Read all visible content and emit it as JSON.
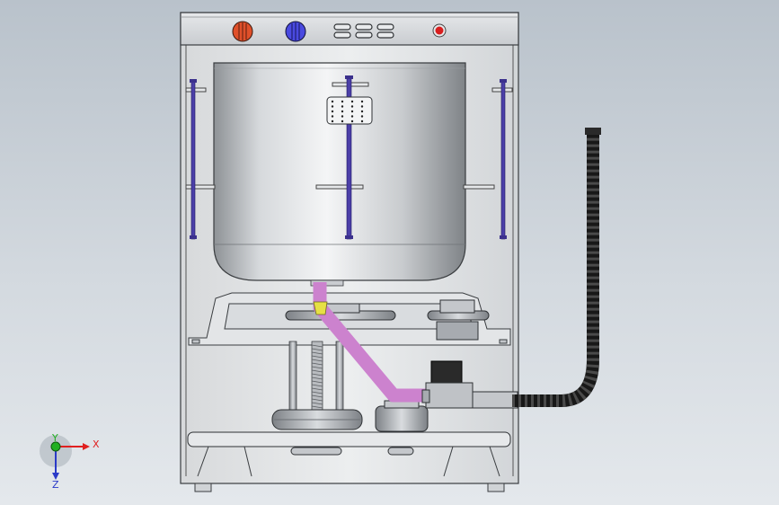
{
  "viewport": {
    "background_top": "#b9c2cb",
    "background_bottom": "#e4e8ec"
  },
  "model": {
    "knobs": [
      {
        "name": "hot-knob",
        "color": "#e0502a"
      },
      {
        "name": "cold-knob",
        "color": "#4a4ae0"
      }
    ],
    "indicator_color": "#d81e1e",
    "pipe_color": "#e79ae8",
    "pipe_joint_color": "#e6e045",
    "rod_color": "#4b3fa8",
    "hose_color": "#262626"
  },
  "triad": {
    "x_label": "X",
    "y_label": "Y",
    "z_label": "Z",
    "x_color": "#e02020",
    "y_color": "#22b022",
    "z_color": "#2a3ac8"
  }
}
